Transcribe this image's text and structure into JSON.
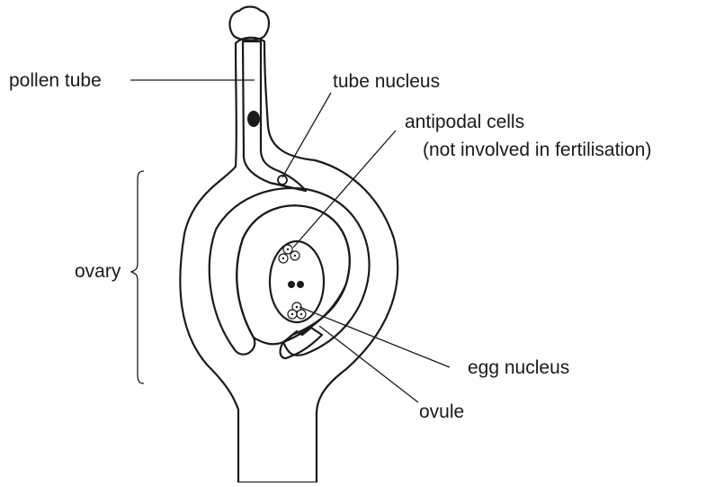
{
  "labels": {
    "pollen_tube": "pollen tube",
    "tube_nucleus": "tube nucleus",
    "antipodal_cells": "antipodal cells",
    "antipodal_note": "(not involved in fertilisation)",
    "ovary": "ovary",
    "egg_nucleus": "egg nucleus",
    "ovule": "ovule"
  },
  "colors": {
    "ink": "#1a1a1a",
    "background": "#ffffff"
  }
}
